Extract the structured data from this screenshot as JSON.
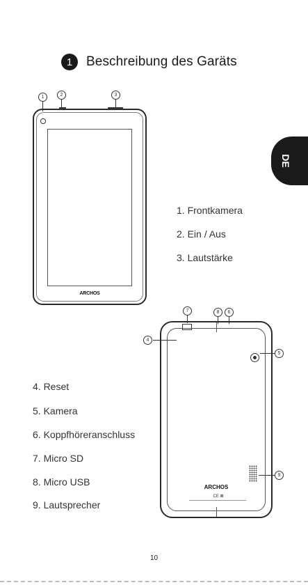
{
  "heading": {
    "section_number": "1",
    "title": "Beschreibung des Garäts"
  },
  "language_tab": "DE",
  "front_view": {
    "brand_logo": "ARCHOS",
    "callouts": [
      "1",
      "2",
      "3"
    ],
    "features": [
      "1. Frontkamera",
      "2. Ein / Aus",
      "3. Lautstärke"
    ]
  },
  "back_view": {
    "brand_logo": "ARCHOS",
    "certification_marks": "CE ⊠",
    "callouts": [
      "4",
      "5",
      "6",
      "7",
      "8",
      "9"
    ],
    "features": [
      "4. Reset",
      "5. Kamera",
      "6. Koppfhöreranschluss",
      "7. Micro SD",
      "8. Micro USB",
      "9. Lautsprecher"
    ]
  },
  "page_number": "10"
}
